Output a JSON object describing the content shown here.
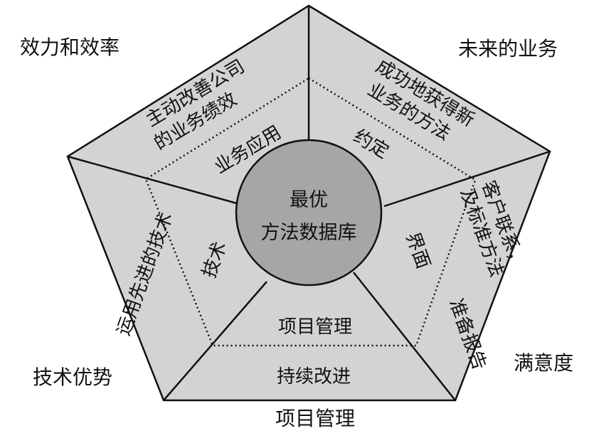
{
  "colors": {
    "pentagon_fill": "#d3d3d3",
    "center_fill": "#a6a6a6",
    "line": "#111111",
    "text": "#111111"
  },
  "corners": {
    "top_left": "效力和效率",
    "top_right": "未来的业务",
    "right": "满意度",
    "bottom": "项目管理",
    "left": "技术优势"
  },
  "outer_ring": {
    "top_left": [
      "主动改善公司",
      "的业务绩效"
    ],
    "top_right": [
      "成功地获得新",
      "业务的方法"
    ],
    "right": [
      "客户联系，",
      "及标准方法"
    ],
    "right_lower": "准备报告",
    "bottom": "持续改进",
    "left": "运用先进的技术"
  },
  "inner_ring": {
    "top_left": "业务应用",
    "top_right": "约定",
    "right": "界面",
    "bottom": "项目管理",
    "left": "技术"
  },
  "center": {
    "line1": "最优",
    "line2": "方法数据库"
  }
}
